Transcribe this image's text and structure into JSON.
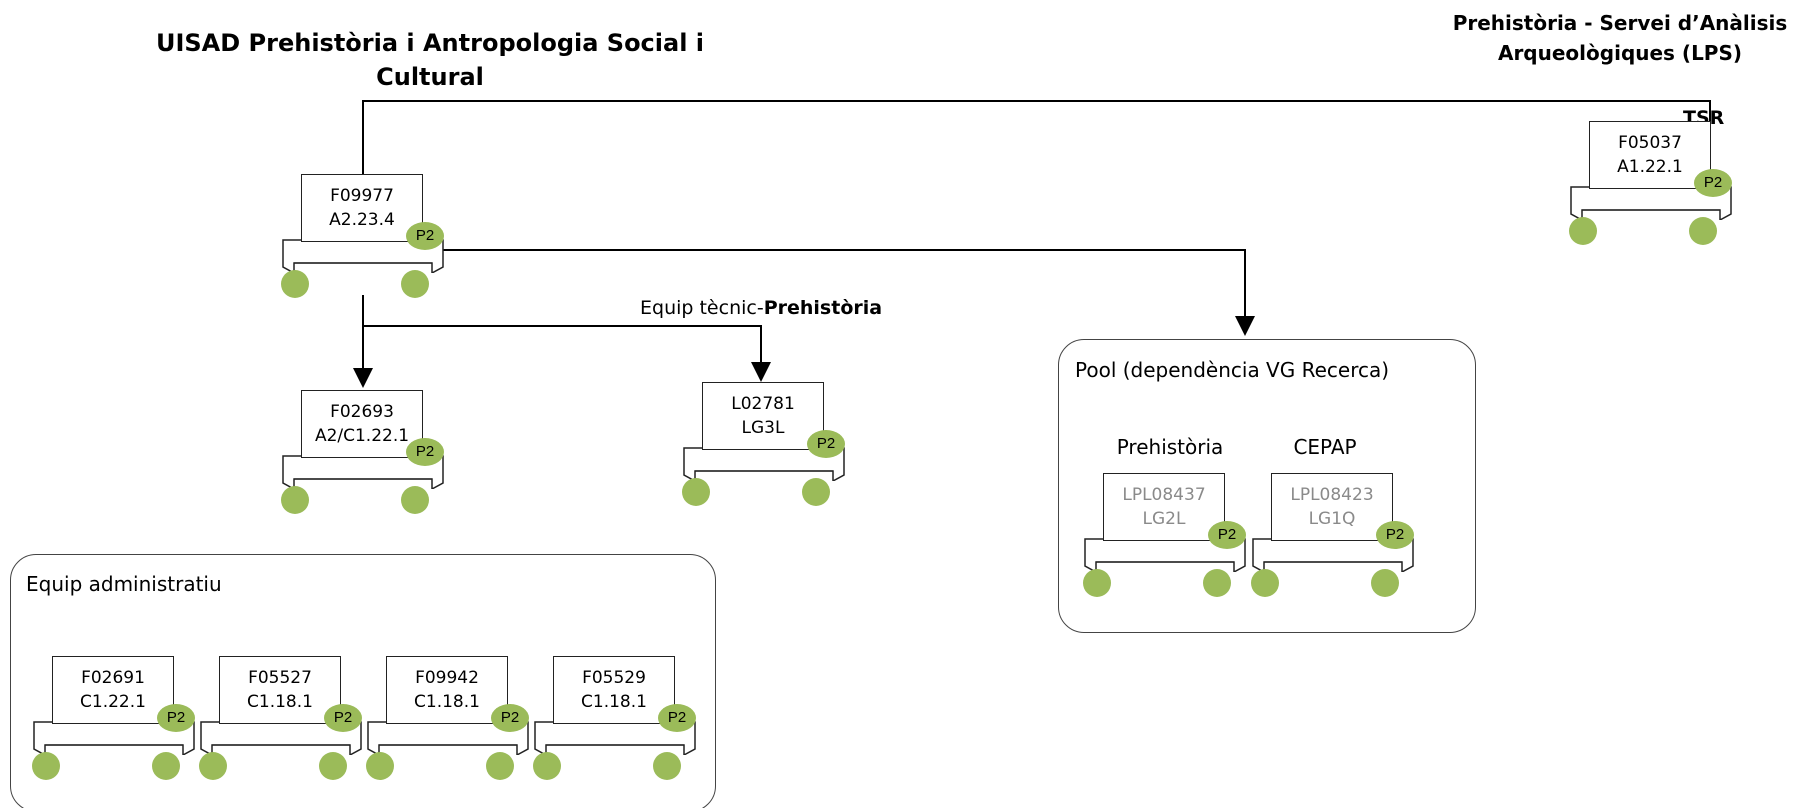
{
  "titles": {
    "main": "UISAD Prehistòria i Antropologia Social i Cultural",
    "right": "Prehistòria - Servei d’Anàlisis Arqueològiques (LPS)",
    "tsr": "TSR"
  },
  "labels": {
    "equip_tecnic_prefix": "Equip tècnic-",
    "equip_tecnic_bold": "Prehistòria"
  },
  "groups": {
    "pool": {
      "title": "Pool (dependència VG Recerca)",
      "sub_left": "Prehistòria",
      "sub_right": "CEPAP"
    },
    "admin": {
      "title": "Equip administratiu"
    }
  },
  "nodes": {
    "head": {
      "code": "F09977",
      "sub": "A2.23.4",
      "badge": "P2"
    },
    "lps": {
      "code": "F05037",
      "sub": "A1.22.1",
      "badge": "P2"
    },
    "n_f02693": {
      "code": "F02693",
      "sub": "A2/C1.22.1",
      "badge": "P2"
    },
    "n_l02781": {
      "code": "L02781",
      "sub": "LG3L",
      "badge": "P2"
    },
    "pool_pre": {
      "code": "LPL08437",
      "sub": "LG2L",
      "badge": "P2"
    },
    "pool_cep": {
      "code": "LPL08423",
      "sub": "LG1Q",
      "badge": "P2"
    },
    "adm1": {
      "code": "F02691",
      "sub": "C1.22.1",
      "badge": "P2"
    },
    "adm2": {
      "code": "F05527",
      "sub": "C1.18.1",
      "badge": "P2"
    },
    "adm3": {
      "code": "F09942",
      "sub": "C1.18.1",
      "badge": "P2"
    },
    "adm4": {
      "code": "F05529",
      "sub": "C1.18.1",
      "badge": "P2"
    }
  },
  "colors": {
    "badge_green": "#9bbb59",
    "line": "#000000",
    "grey_text": "#8a8a8a"
  }
}
